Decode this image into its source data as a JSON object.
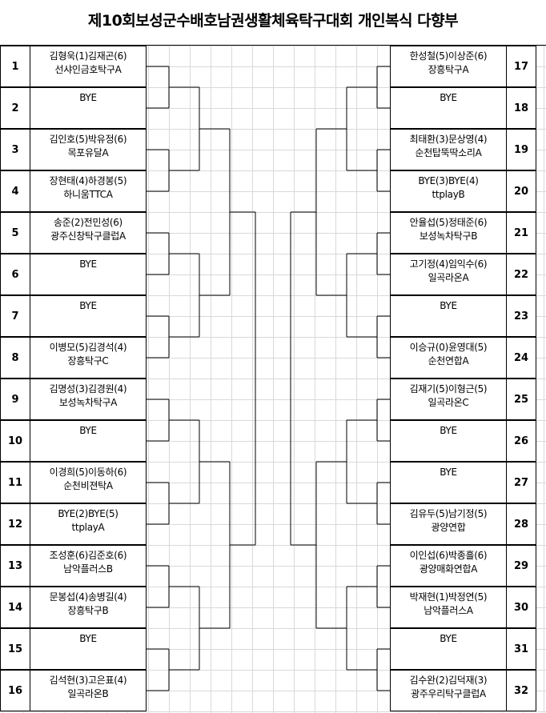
{
  "title": "제10회보성군수배호남권생활체육탁구대회 개인복식 다향부",
  "left_entries": [
    {
      "no": "1",
      "line1": "김형욱(1)김재곤(6)",
      "line2": "선샤인금호탁구A"
    },
    {
      "no": "2",
      "line1": "BYE",
      "line2": ""
    },
    {
      "no": "3",
      "line1": "김인호(5)박유정(6)",
      "line2": "목포유달A"
    },
    {
      "no": "4",
      "line1": "장현태(4)하경봉(5)",
      "line2": "하니움TTCA"
    },
    {
      "no": "5",
      "line1": "송준(2)전민성(6)",
      "line2": "광주신창탁구클럽A"
    },
    {
      "no": "6",
      "line1": "BYE",
      "line2": ""
    },
    {
      "no": "7",
      "line1": "BYE",
      "line2": ""
    },
    {
      "no": "8",
      "line1": "이병모(5)김경석(4)",
      "line2": "장흥탁구C"
    },
    {
      "no": "9",
      "line1": "김명성(3)김경원(4)",
      "line2": "보성녹차탁구A"
    },
    {
      "no": "10",
      "line1": "BYE",
      "line2": ""
    },
    {
      "no": "11",
      "line1": "이경희(5)이동하(6)",
      "line2": "순천비젼탁A"
    },
    {
      "no": "12",
      "line1": "BYE(2)BYE(5)",
      "line2": "ttplayA"
    },
    {
      "no": "13",
      "line1": "조성훈(6)김준호(6)",
      "line2": "남악플러스B"
    },
    {
      "no": "14",
      "line1": "문봉섭(4)송병길(4)",
      "line2": "장흥탁구B"
    },
    {
      "no": "15",
      "line1": "BYE",
      "line2": ""
    },
    {
      "no": "16",
      "line1": "김석현(3)고은표(4)",
      "line2": "일곡라온B"
    }
  ],
  "right_entries": [
    {
      "no": "17",
      "line1": "한성철(5)이상준(6)",
      "line2": "장흥탁구A"
    },
    {
      "no": "18",
      "line1": "BYE",
      "line2": ""
    },
    {
      "no": "19",
      "line1": "최태환(3)문상영(4)",
      "line2": "순천탑뚝딱소리A"
    },
    {
      "no": "20",
      "line1": "BYE(3)BYE(4)",
      "line2": "ttplayB"
    },
    {
      "no": "21",
      "line1": "안율섭(5)정태준(6)",
      "line2": "보성녹차탁구B"
    },
    {
      "no": "22",
      "line1": "고기정(4)임익수(6)",
      "line2": "일곡라온A"
    },
    {
      "no": "23",
      "line1": "BYE",
      "line2": ""
    },
    {
      "no": "24",
      "line1": "이승규(0)윤영대(5)",
      "line2": "순천연합A"
    },
    {
      "no": "25",
      "line1": "김재기(5)이형근(5)",
      "line2": "일곡라온C"
    },
    {
      "no": "26",
      "line1": "BYE",
      "line2": ""
    },
    {
      "no": "27",
      "line1": "BYE",
      "line2": ""
    },
    {
      "no": "28",
      "line1": "김유두(5)남기정(5)",
      "line2": "광양연합"
    },
    {
      "no": "29",
      "line1": "이인섭(6)박종흘(6)",
      "line2": "광양매화연합A"
    },
    {
      "no": "30",
      "line1": "박재현(1)박정연(5)",
      "line2": "남악플러스A"
    },
    {
      "no": "31",
      "line1": "BYE",
      "line2": ""
    },
    {
      "no": "32",
      "line1": "김수완(2)김덕재(3)",
      "line2": "광주우리탁구클럽A"
    }
  ]
}
